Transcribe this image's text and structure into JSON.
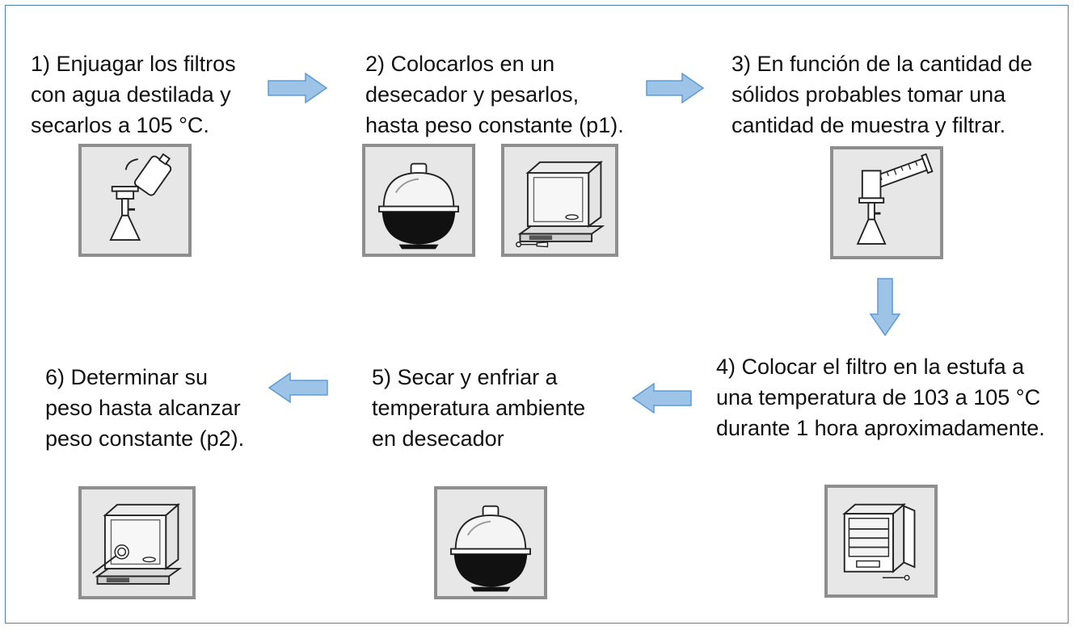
{
  "colors": {
    "border": "#4f81bd",
    "arrow_fill": "#9dc3e6",
    "arrow_stroke": "#5b9bd5",
    "image_frame": "#8e8e8e",
    "image_bg": "#e7e7e7"
  },
  "steps": [
    {
      "label": "1) Enjuagar los filtros\ncon agua destilada y\nsecarlos a 105 °C.",
      "icons": [
        "wash-bottle-filter-flask-icon"
      ]
    },
    {
      "label": "2) Colocarlos en un\ndesecador y pesarlos,\nhasta peso constante (p1).",
      "icons": [
        "desiccator-icon",
        "analytical-balance-icon"
      ]
    },
    {
      "label": "3) En función de la cantidad de\nsólidos probables tomar una\ncantidad de muestra y filtrar.",
      "icons": [
        "graduated-cylinder-filter-flask-icon"
      ]
    },
    {
      "label": "4) Colocar el filtro en la estufa a\nuna temperatura de 103 a 105 °C\ndurante 1 hora aproximadamente.",
      "icons": [
        "drying-oven-icon"
      ]
    },
    {
      "label": "5) Secar y enfriar a\ntemperatura ambiente\nen desecador",
      "icons": [
        "desiccator-icon"
      ]
    },
    {
      "label": "6) Determinar su\npeso hasta alcanzar\npeso constante (p2).",
      "icons": [
        "analytical-balance-icon"
      ]
    }
  ],
  "arrows": [
    {
      "from": 1,
      "to": 2,
      "direction": "right"
    },
    {
      "from": 2,
      "to": 3,
      "direction": "right"
    },
    {
      "from": 3,
      "to": 4,
      "direction": "down"
    },
    {
      "from": 4,
      "to": 5,
      "direction": "left"
    },
    {
      "from": 5,
      "to": 6,
      "direction": "left"
    }
  ]
}
